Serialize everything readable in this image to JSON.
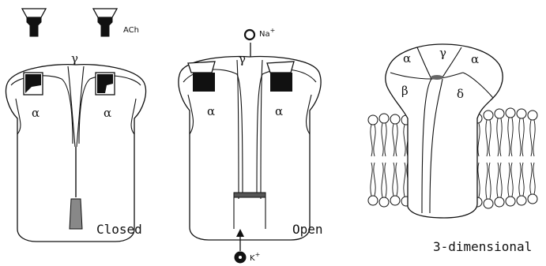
{
  "labels": {
    "ach": "ACh",
    "na": "Na",
    "na_sup": "+",
    "k": "K",
    "k_sup": "+",
    "gamma": "γ",
    "alpha": "α",
    "beta": "β",
    "delta": "δ"
  },
  "captions": {
    "closed": "Closed",
    "open": "Open",
    "three_d": "3-dimensional"
  }
}
